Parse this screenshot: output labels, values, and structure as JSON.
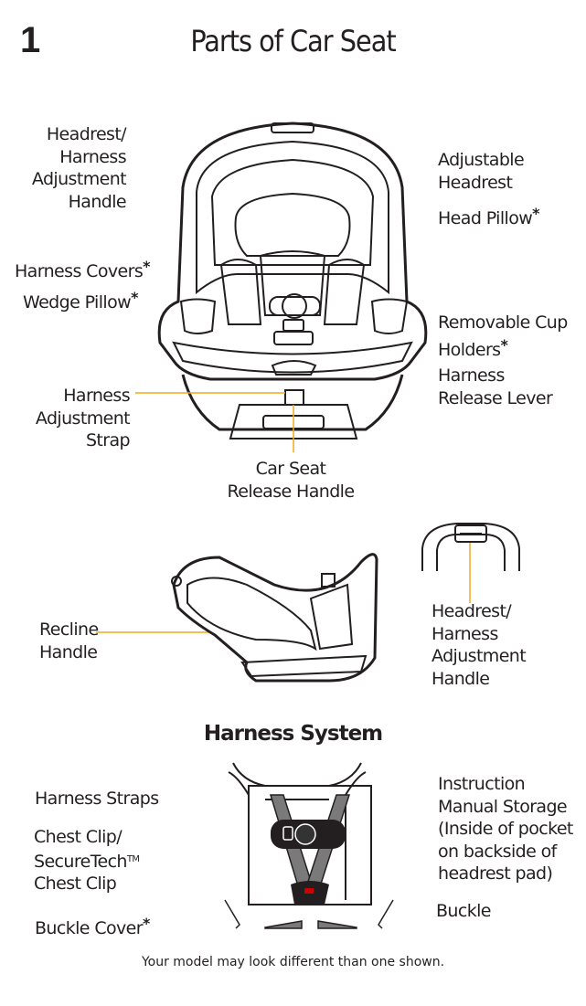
{
  "section_number": "1",
  "page_title": "Parts of Car Seat",
  "labels": {
    "headrest_handle_top": "Headrest/\nHarness\nAdjustment\nHandle",
    "harness_covers": "Harness Covers",
    "wedge_pillow": "Wedge Pillow",
    "harness_adjustment_strap": "Harness\nAdjustment\nStrap",
    "adjustable_headrest": "Adjustable\nHeadrest",
    "head_pillow": "Head Pillow",
    "removable_cup_holders_line1": "Removable Cup",
    "removable_cup_holders_line2": "Holders",
    "harness_release_lever": "Harness\nRelease Lever",
    "car_seat_release_handle": "Car Seat\nRelease Handle",
    "recline_handle": "Recline\nHandle",
    "headrest_handle_side": "Headrest/\nHarness\nAdjustment\nHandle",
    "harness_straps": "Harness Straps",
    "chest_clip_line1": "Chest Clip/",
    "chest_clip_line2": "SecureTech",
    "chest_clip_tm": "TM",
    "chest_clip_line3": "Chest Clip",
    "buckle_cover": "Buckle Cover",
    "instruction_storage": "Instruction\nManual Storage\n(Inside of pocket\non backside of\nheadrest pad)",
    "buckle": "Buckle"
  },
  "asterisk": "*",
  "harness_system_title": "Harness System",
  "footer_note": "Your model may look different than one shown.",
  "accent_color": "#f2a81d"
}
